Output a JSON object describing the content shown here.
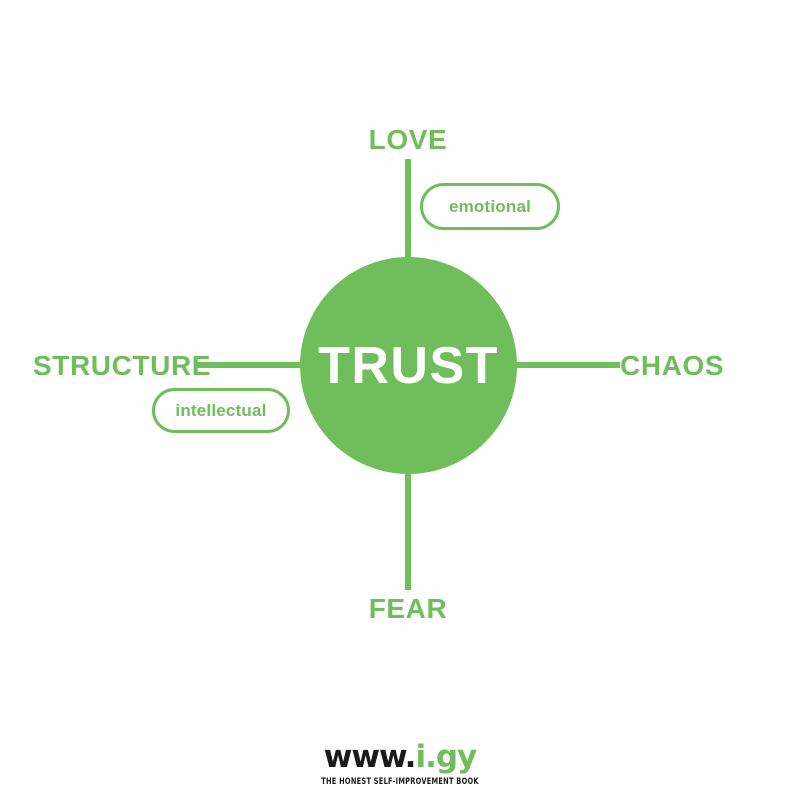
{
  "theme": {
    "accent_green": "#6FBD5B",
    "background": "#FFFFFF",
    "core_text_color": "#FFFFFF",
    "brand_text_color": "#1A1A1A"
  },
  "diagram": {
    "type": "axis-cross",
    "center_node": {
      "label": "TRUST"
    },
    "poles": [
      {
        "id": "top",
        "label": "LOVE"
      },
      {
        "id": "right",
        "label": "CHAOS"
      },
      {
        "id": "bottom",
        "label": "FEAR"
      },
      {
        "id": "left",
        "label": "STRUCTURE"
      }
    ],
    "badges": [
      {
        "id": "emotional",
        "label": "emotional"
      },
      {
        "id": "intellectual",
        "label": "intellectual"
      }
    ]
  },
  "footer": {
    "wordmark_prefix": "www.",
    "wordmark_accent": "i.gy",
    "tagline": "THE HONEST SELF-IMPROVEMENT BOOK"
  }
}
